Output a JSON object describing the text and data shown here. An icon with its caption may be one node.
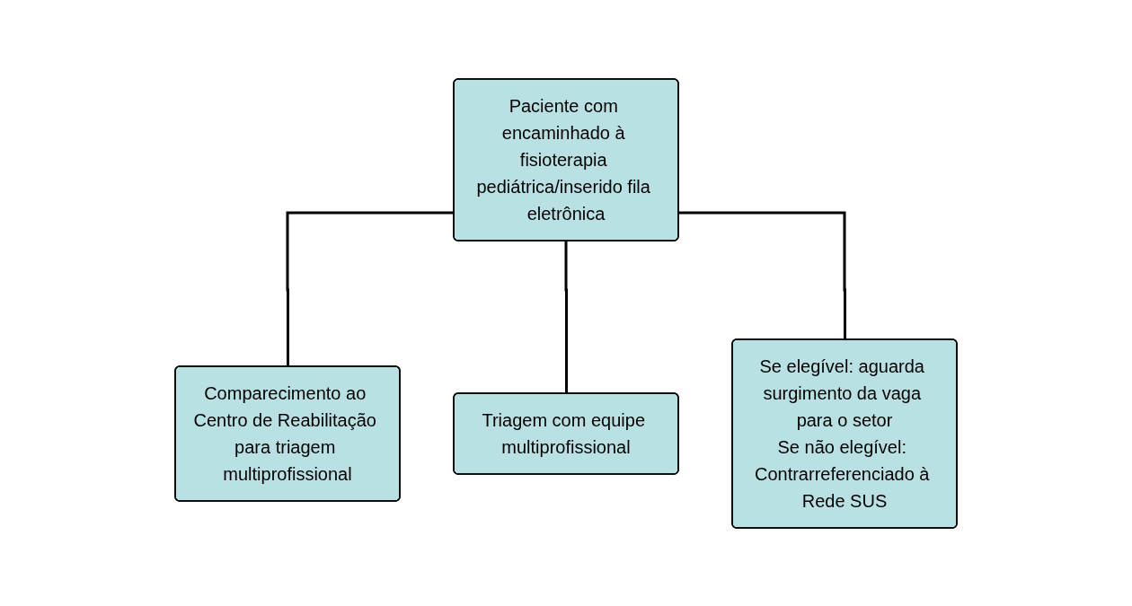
{
  "diagram": {
    "nodes": [
      {
        "text": [
          "Paciente com encaminhado à fisioterapia pediátrica/inserido fila eletrônica"
        ]
      },
      {
        "text": [
          "Comparecimento ao Centro de Reabilitação para triagem multiprofissional"
        ]
      },
      {
        "text": [
          "Triagem com equipe multiprofissional"
        ]
      },
      {
        "text": [
          "Se elegível: aguarda surgimento da vaga para o setor",
          "Se não elegível: Contrarreferenciado à Rede SUS"
        ]
      }
    ],
    "edges": [
      {
        "from": 0,
        "to": 1,
        "arrow": "none"
      },
      {
        "from": 0,
        "to": 2,
        "arrow": "none"
      },
      {
        "from": 0,
        "to": 3,
        "arrow": "none"
      }
    ]
  }
}
